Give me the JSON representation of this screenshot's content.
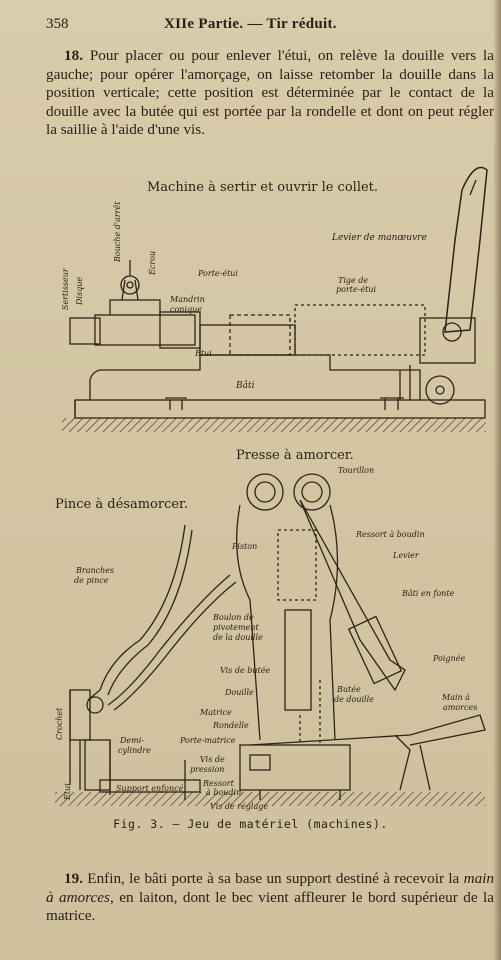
{
  "header": {
    "page_number": "358",
    "part_title": "XIIe Partie. — Tir réduit."
  },
  "paragraph_18": {
    "number": "18.",
    "text": " Pour placer ou pour enlever l'étui, on relève la douille vers la gauche; pour opérer l'amorçage, on laisse retomber la douille dans la position verticale; cette position est déterminée par le contact de la douille avec la butée qui est portée par la rondelle et dont on peut régler la saillie à l'aide d'une vis."
  },
  "figure": {
    "machine_title": "Machine à sertir et ouvrir le collet.",
    "presse_title": "Presse à amorcer.",
    "pince_title": "Pince à désamorcer.",
    "labels": {
      "levier_manoeuvre": "Levier de manœuvre",
      "sertisseur": "Sertisseur",
      "disque": "Disque",
      "bouche_arret": "Bouche d'arrêt",
      "ecrou": "Écrou",
      "porte_etui": "Porte-étui",
      "tige_porte_etui_1": "Tige de",
      "tige_porte_etui_2": "porte-étui",
      "mandrin_1": "Mandrin",
      "mandrin_2": "conique",
      "etui": "Étui",
      "bati": "Bâti",
      "tourillon": "Tourillon",
      "piston": "Piston",
      "ressort_boudin": "Ressort à boudin",
      "levier": "Levier",
      "bati_fonte": "Bâti en fonte",
      "branches_1": "Branches",
      "branches_2": "de pince",
      "boulon_1": "Boulon de",
      "boulon_2": "pivotement",
      "boulon_3": "de la douille",
      "poignee": "Poignée",
      "vis_butee": "Vis de butée",
      "douille": "Douille",
      "butee_1": "Butée",
      "butee_2": "de douille",
      "main_1": "Main à",
      "main_2": "amorces",
      "matrice": "Matrice",
      "rondelle": "Rondelle",
      "crochet": "Crochet",
      "demi_1": "Demi-",
      "demi_2": "cylindre",
      "porte_matrice": "Porte-matrice",
      "vis_pression_1": "Vis de",
      "vis_pression_2": "pression",
      "etui2": "Étui",
      "support_enfonce": "Support enfoncé",
      "ressort2_1": "Ressort",
      "ressort2_2": "à boudin",
      "vis_reglage": "Vis de réglage"
    },
    "caption": "Fig. 3. — Jeu de matériel (machines)."
  },
  "paragraph_19": {
    "number": "19.",
    "text_before": " Enfin, le bâti porte à sa base un support destiné à recevoir la ",
    "emphasis": "main à amorces",
    "text_after": ", en laiton, dont le bec vient affleurer le bord supérieur de la matrice."
  }
}
